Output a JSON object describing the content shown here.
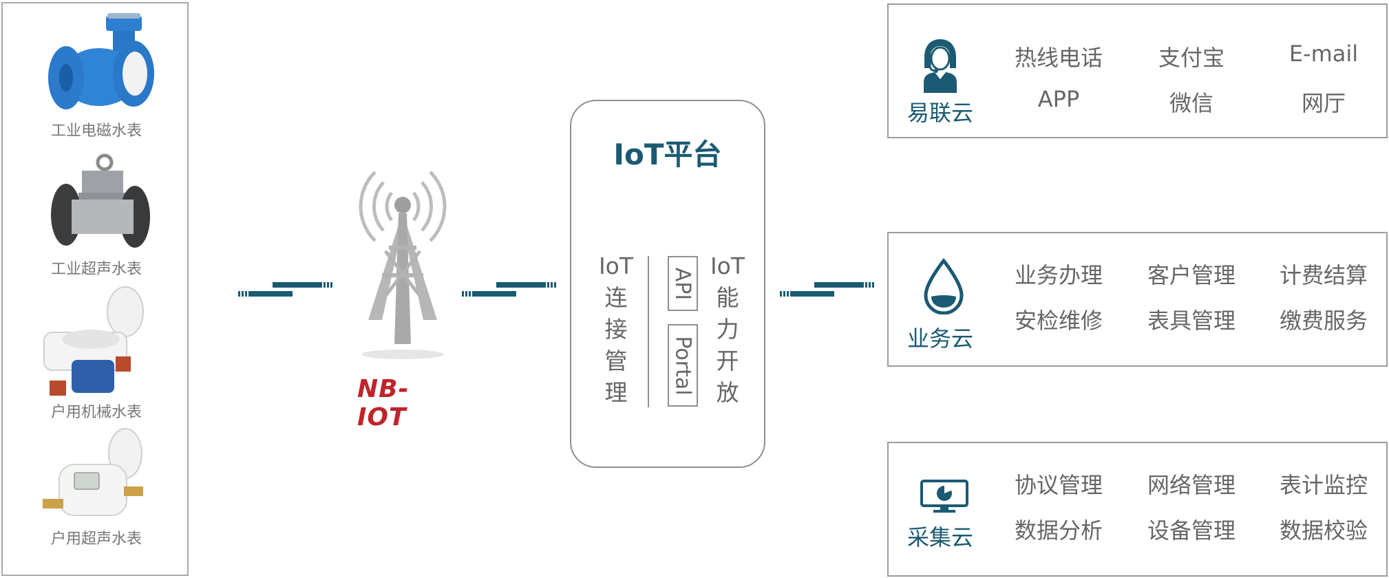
{
  "devices": [
    {
      "label": "工业电磁水表",
      "icon": "electromagnetic-meter-image"
    },
    {
      "label": "工业超声水表",
      "icon": "industrial-ultrasonic-meter-image"
    },
    {
      "label": "户用机械水表",
      "icon": "mechanical-meter-image"
    },
    {
      "label": "户用超声水表",
      "icon": "household-ultrasonic-meter-image"
    }
  ],
  "tower": {
    "logo_text": "NB-IOT"
  },
  "platform": {
    "title": "IoT平台",
    "left_column": [
      "IoT",
      "连",
      "接",
      "管",
      "理"
    ],
    "right_column": [
      "IoT",
      "能",
      "力",
      "开",
      "放"
    ],
    "box_labels": [
      "API",
      "Portal"
    ]
  },
  "clouds": [
    {
      "name": "易联云",
      "icon": "customer-service-icon",
      "items": [
        "热线电话",
        "支付宝",
        "E-mail",
        "APP",
        "微信",
        "网厅"
      ]
    },
    {
      "name": "业务云",
      "icon": "water-drop-icon",
      "items": [
        "业务办理",
        "客户管理",
        "计费结算",
        "安检维修",
        "表具管理",
        "缴费服务"
      ]
    },
    {
      "name": "采集云",
      "icon": "monitor-chart-icon",
      "items": [
        "协议管理",
        "网络管理",
        "表计监控",
        "数据分析",
        "设备管理",
        "数据校验"
      ]
    }
  ],
  "colors": {
    "accent": "#1a5a73",
    "logo_red": "#c0242b",
    "border": "#a0a0a0",
    "text": "#666666"
  }
}
